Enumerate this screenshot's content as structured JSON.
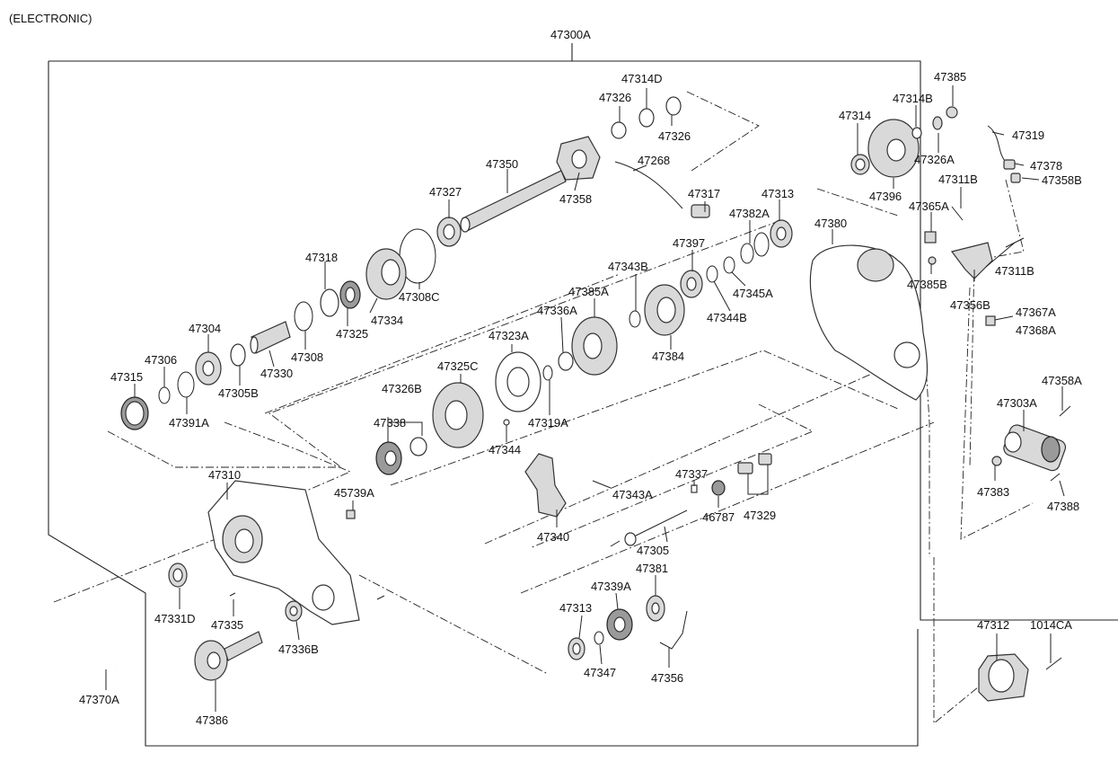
{
  "header": {
    "variant": "(ELECTRONIC)",
    "assembly": "47300A"
  },
  "parts": {
    "p47314D": "47314D",
    "p47326a": "47326",
    "p47326b": "47326",
    "p47385": "47385",
    "p47314B": "47314B",
    "p47314": "47314",
    "p47319": "47319",
    "p47326A": "47326A",
    "p47378": "47378",
    "p47358B": "47358B",
    "p47396": "47396",
    "p47311Ba": "47311B",
    "p47365A": "47365A",
    "p47380": "47380",
    "p47311Bb": "47311B",
    "p47385B": "47385B",
    "p47356B": "47356B",
    "p47367A": "47367A",
    "p47368A": "47368A",
    "p47358A": "47358A",
    "p47303A": "47303A",
    "p47383": "47383",
    "p47388": "47388",
    "p47350": "47350",
    "p47268": "47268",
    "p47358": "47358",
    "p47317": "47317",
    "p47327": "47327",
    "p47313a": "47313",
    "p47382A": "47382A",
    "p47397": "47397",
    "p47343B": "47343B",
    "p47345A": "47345A",
    "p47344B": "47344B",
    "p47384": "47384",
    "p47385A": "47385A",
    "p47336A": "47336A",
    "p47323A": "47323A",
    "p47325C": "47325C",
    "p47319A": "47319A",
    "p47344": "47344",
    "p47318": "47318",
    "p47308C": "47308C",
    "p47334": "47334",
    "p47325": "47325",
    "p47304": "47304",
    "p47330": "47330",
    "p47308": "47308",
    "p47306": "47306",
    "p47315": "47315",
    "p47305B": "47305B",
    "p47391A": "47391A",
    "p47326B": "47326B",
    "p47338": "47338",
    "p47310": "47310",
    "p45739A": "45739A",
    "p47343A": "47343A",
    "p47340": "47340",
    "p47337": "47337",
    "p46787": "46787",
    "p47329": "47329",
    "p47305": "47305",
    "p47331D": "47331D",
    "p47335": "47335",
    "p47336B": "47336B",
    "p47381": "47381",
    "p47339A": "47339A",
    "p47313b": "47313",
    "p47347": "47347",
    "p47356": "47356",
    "p47312": "47312",
    "p1014CA": "1014CA",
    "p47370A": "47370A",
    "p47386": "47386"
  }
}
